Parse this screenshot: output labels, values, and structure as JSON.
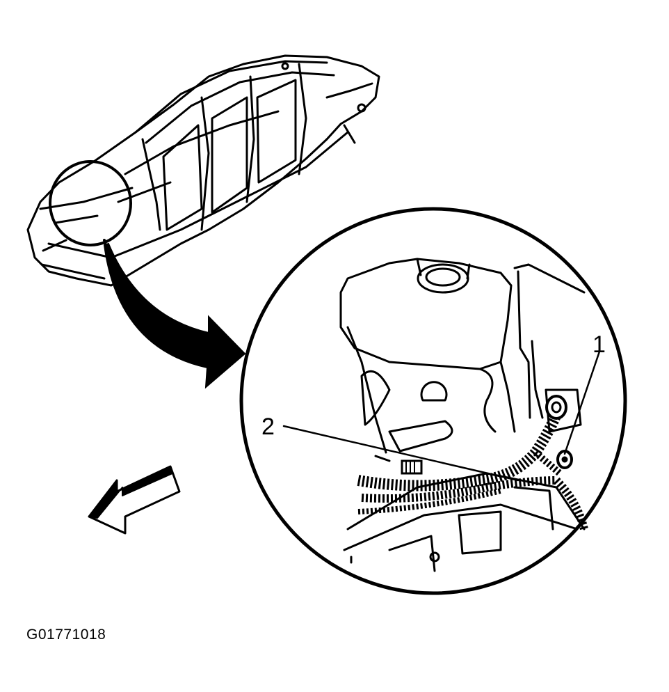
{
  "callouts": [
    {
      "number": "1"
    },
    {
      "number": "2"
    }
  ],
  "figure_id": "G01771018",
  "colors": {
    "ink": "#000000",
    "paper": "#ffffff"
  },
  "icons": [
    "vehicle-body-frame",
    "magnified-detail-circle",
    "curved-pointer-arrow",
    "forward-direction-arrow",
    "wiring-harness"
  ]
}
